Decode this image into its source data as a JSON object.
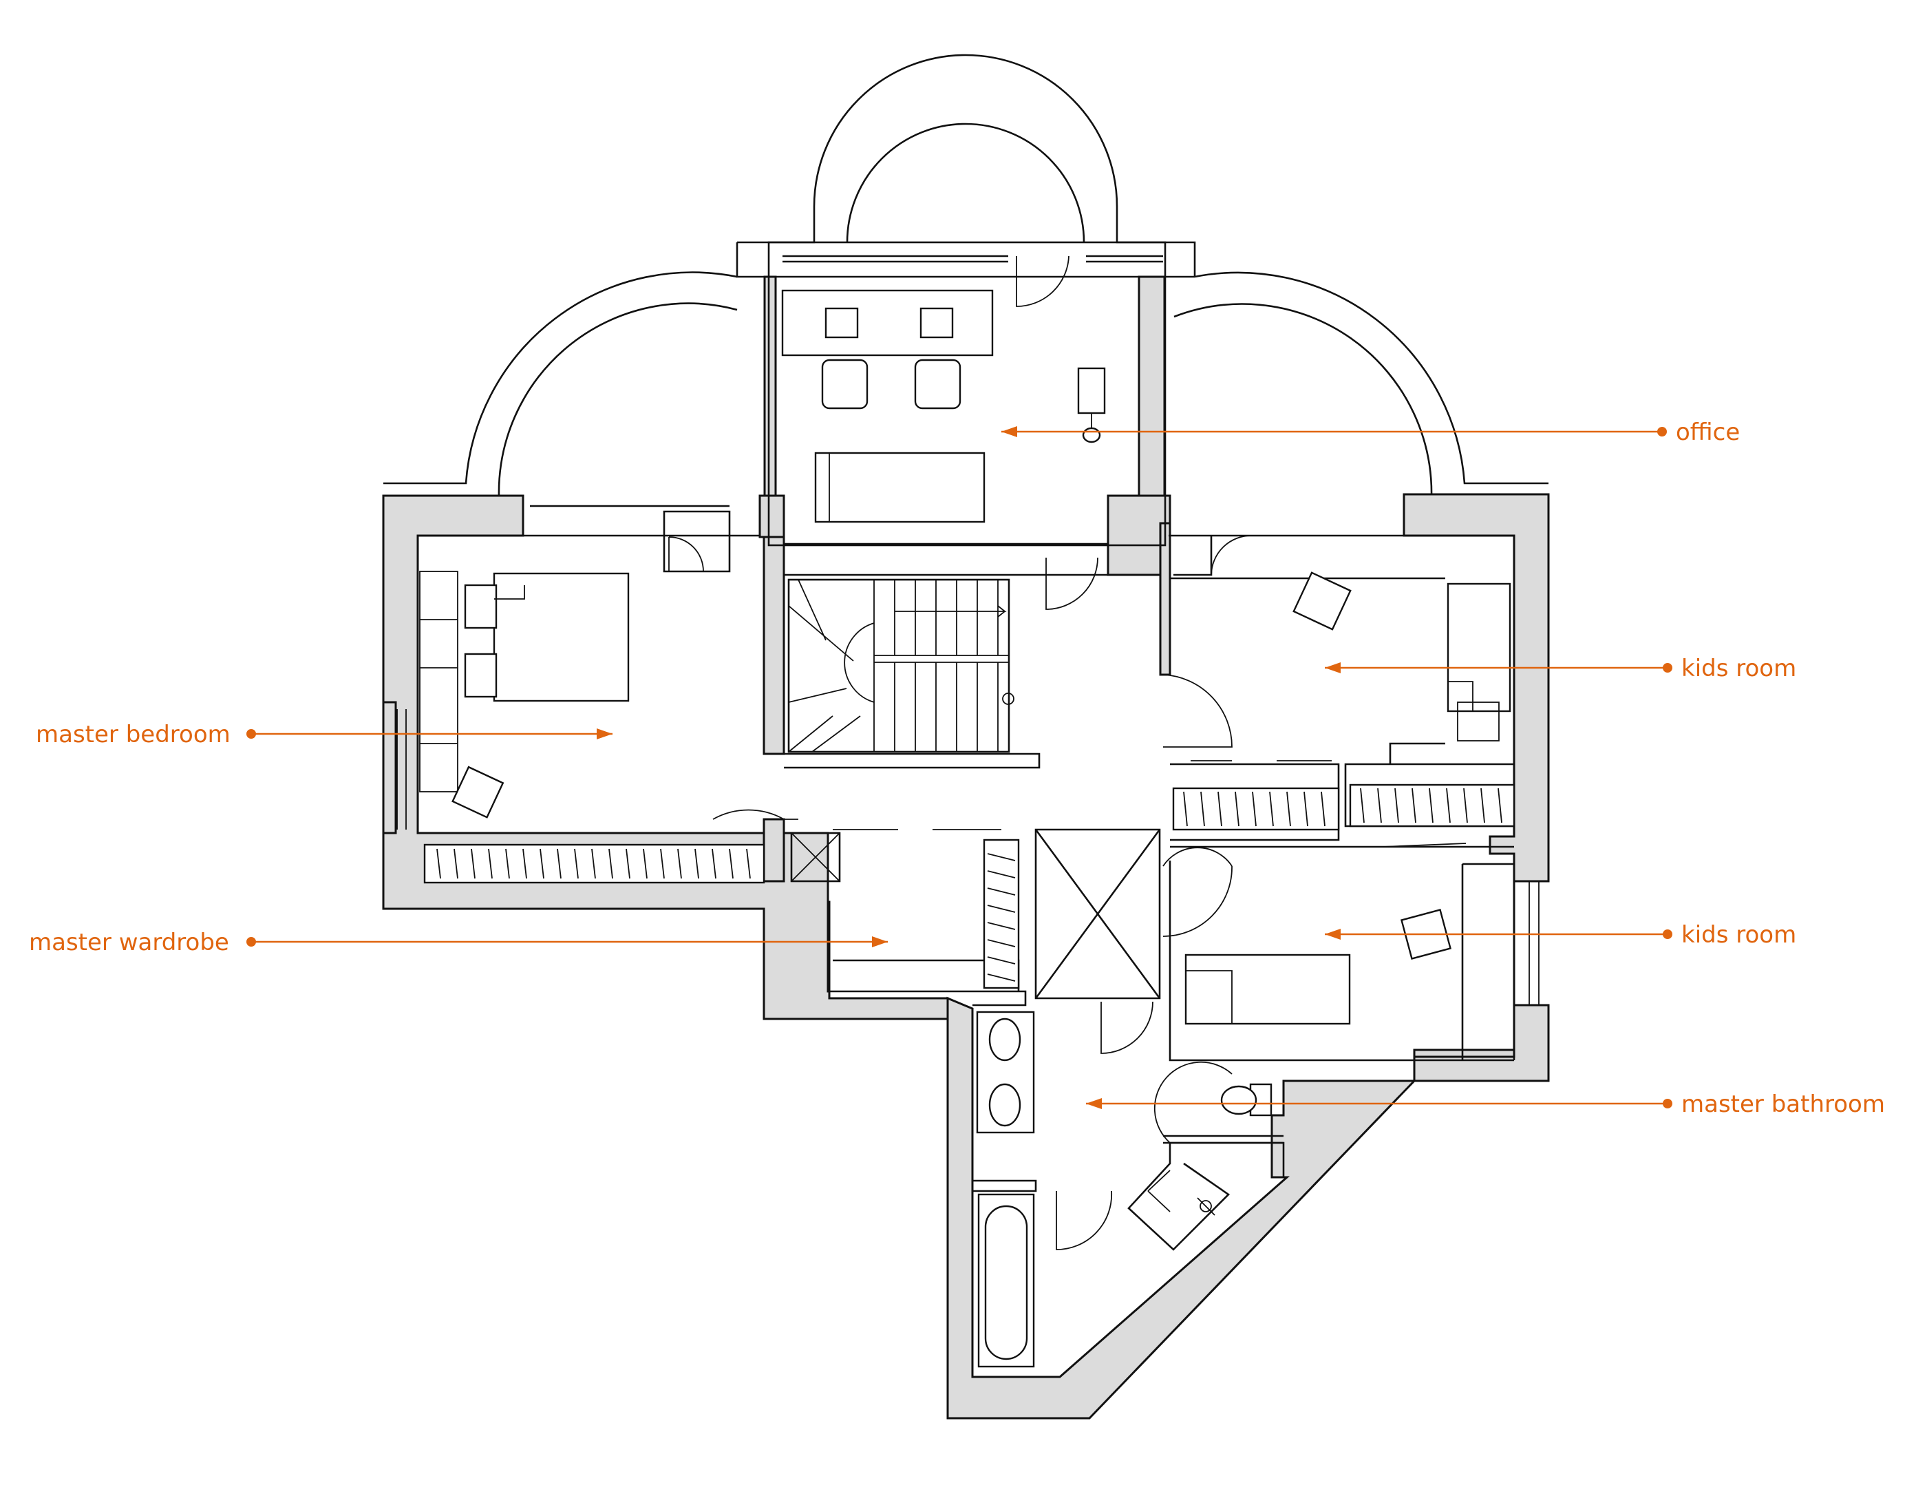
{
  "colors": {
    "label": "#e0650f",
    "wall_fill": "#dcdcdc",
    "line": "#111111"
  },
  "labels": {
    "office": "office",
    "kids_room_upper": "kids room",
    "master_bedroom": "master bedroom",
    "master_wardrobe": "master wardrobe",
    "kids_room_lower": "kids room",
    "master_bathroom": "master bathroom"
  }
}
